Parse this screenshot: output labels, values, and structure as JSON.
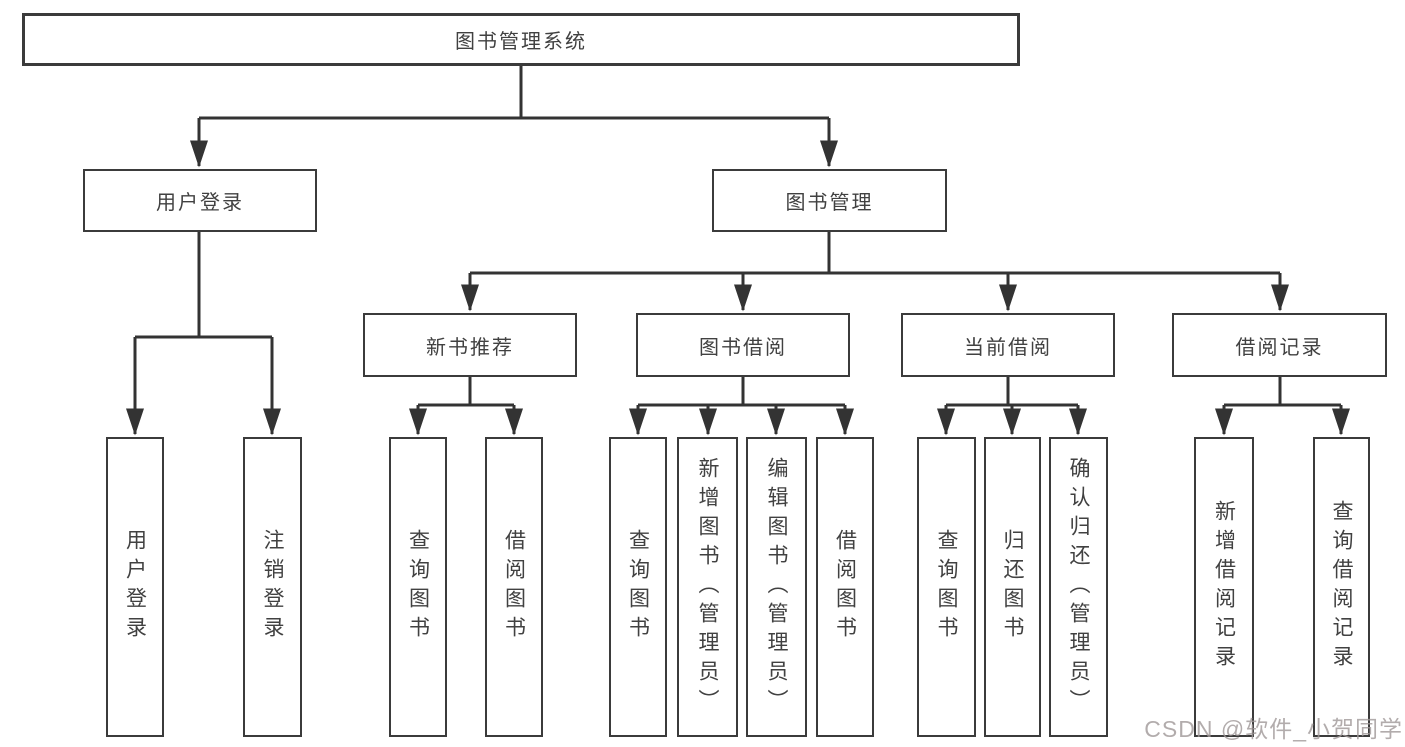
{
  "colors": {
    "background": "#ffffff",
    "line": "#333333",
    "border": "#3b3b3b",
    "text": "#414141",
    "watermark": "#a09898"
  },
  "diagram": {
    "root": {
      "label": "图书管理系统"
    },
    "branches": [
      {
        "label": "用户登录",
        "children": [
          {
            "label": "用户登录"
          },
          {
            "label": "注销登录"
          }
        ]
      },
      {
        "label": "图书管理",
        "children": [
          {
            "label": "新书推荐",
            "children": [
              {
                "label": "查询图书"
              },
              {
                "label": "借阅图书"
              }
            ]
          },
          {
            "label": "图书借阅",
            "children": [
              {
                "label": "查询图书"
              },
              {
                "label": "新增图书（管理员）"
              },
              {
                "label": "编辑图书（管理员）"
              },
              {
                "label": "借阅图书"
              }
            ]
          },
          {
            "label": "当前借阅",
            "children": [
              {
                "label": "查询图书"
              },
              {
                "label": "归还图书"
              },
              {
                "label": "确认归还（管理员）"
              }
            ]
          },
          {
            "label": "借阅记录",
            "children": [
              {
                "label": "新增借阅记录"
              },
              {
                "label": "查询借阅记录"
              }
            ]
          }
        ]
      }
    ]
  },
  "watermark": {
    "text": "CSDN @软件_小贺同学"
  }
}
